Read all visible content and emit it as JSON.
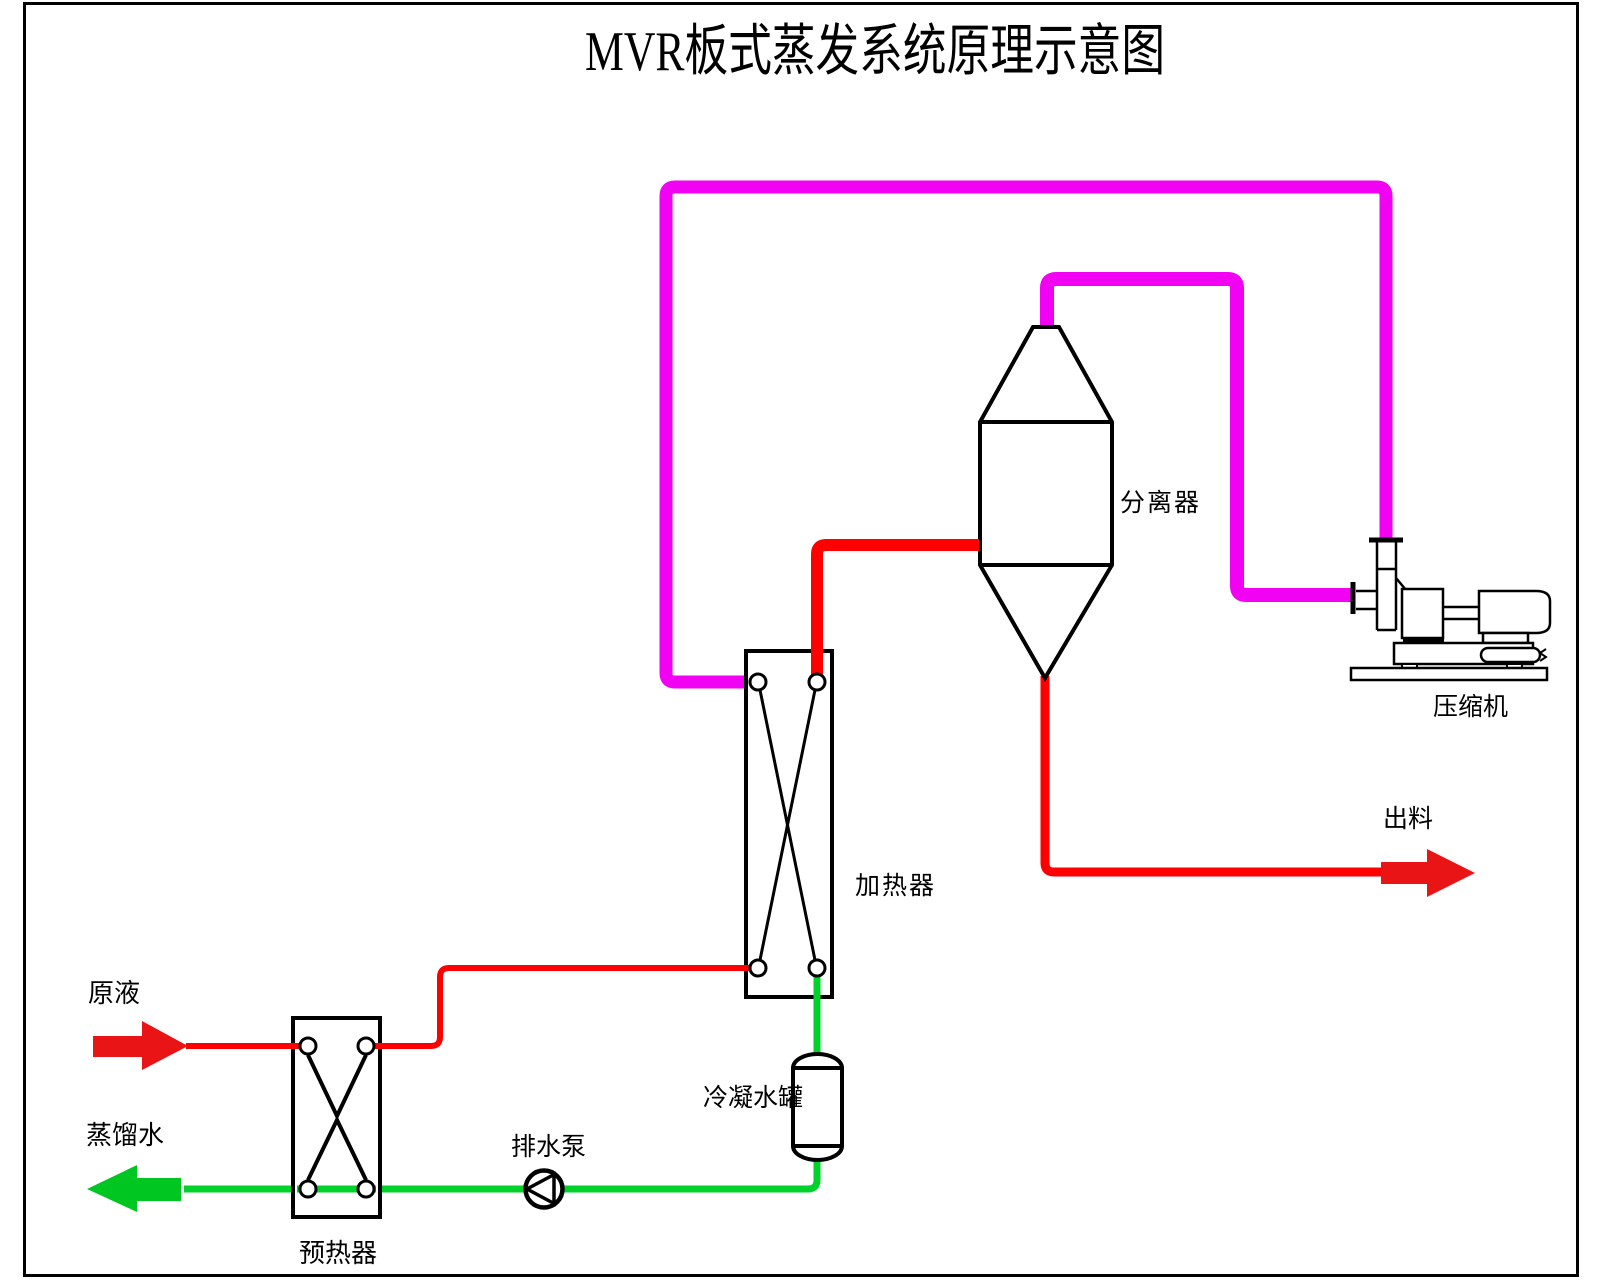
{
  "title": "MVR板式蒸发系统原理示意图",
  "colors": {
    "vapor_pipe": "#F202F2",
    "process_pipe": "#FF0000",
    "feed_arrow": "#E81416",
    "discharge_arrow": "#E81416",
    "condensate_pipe": "#00D22B",
    "distillate_arrow": "#00C621",
    "outline": "#000000",
    "background": "#FFFFFF"
  },
  "equipment": {
    "separator": {
      "label": "分离器"
    },
    "compressor": {
      "label": "压缩机"
    },
    "heater": {
      "label": "加热器"
    },
    "preheater": {
      "label": "预热器"
    },
    "condensate_tank": {
      "label": "冷凝水罐"
    },
    "drain_pump": {
      "label": "排水泵"
    }
  },
  "streams": {
    "feed": {
      "label": "原液"
    },
    "distillate": {
      "label": "蒸馏水"
    },
    "discharge": {
      "label": "出料"
    }
  }
}
